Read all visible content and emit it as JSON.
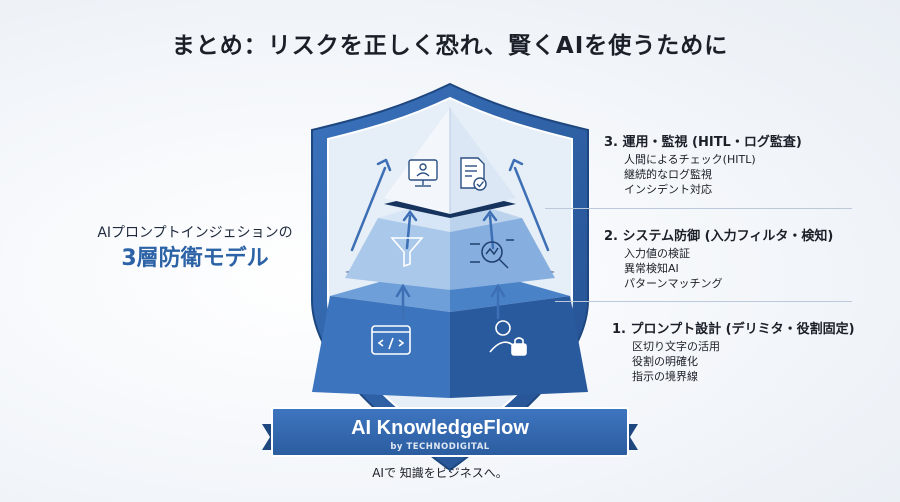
{
  "title": "まとめ：リスクを正しく恐れ、賢くAIを使うために",
  "left_panel": {
    "subtitle": "AIプロンプトインジェションの",
    "headline": "3層防衛モデル"
  },
  "layers": [
    {
      "title": "3. 運用・監視 (HITL・ログ監査)",
      "items": [
        "人間によるチェック(HITL)",
        "継続的なログ監視",
        "インシデント対応"
      ],
      "icons": [
        "monitoring-screen-icon",
        "checklist-document-icon"
      ]
    },
    {
      "title": "2. システム防御 (入力フィルタ・検知)",
      "items": [
        "入力値の検証",
        "異常検知AI",
        "パターンマッチング"
      ],
      "icons": [
        "funnel-filter-icon",
        "magnifier-analysis-icon"
      ]
    },
    {
      "title": "1. プロンプト設計 (デリミタ・役割固定)",
      "items": [
        "区切り文字の活用",
        "役割の明確化",
        "指示の境界線"
      ],
      "icons": [
        "code-window-icon",
        "user-lock-icon"
      ]
    }
  ],
  "brand": {
    "name": "AI KnowledgeFlow",
    "by": "by TECHNODIGITAL",
    "tagline": "AIで 知識をビジネスへ。"
  },
  "colors": {
    "shield_dark": "#2d62a8",
    "shield_light": "#dce7f3",
    "tier_top": "#e4edf7",
    "tier_mid": "#9ec0e6",
    "tier_bottom": "#3a70b8",
    "accent_text": "#2c62a6"
  }
}
